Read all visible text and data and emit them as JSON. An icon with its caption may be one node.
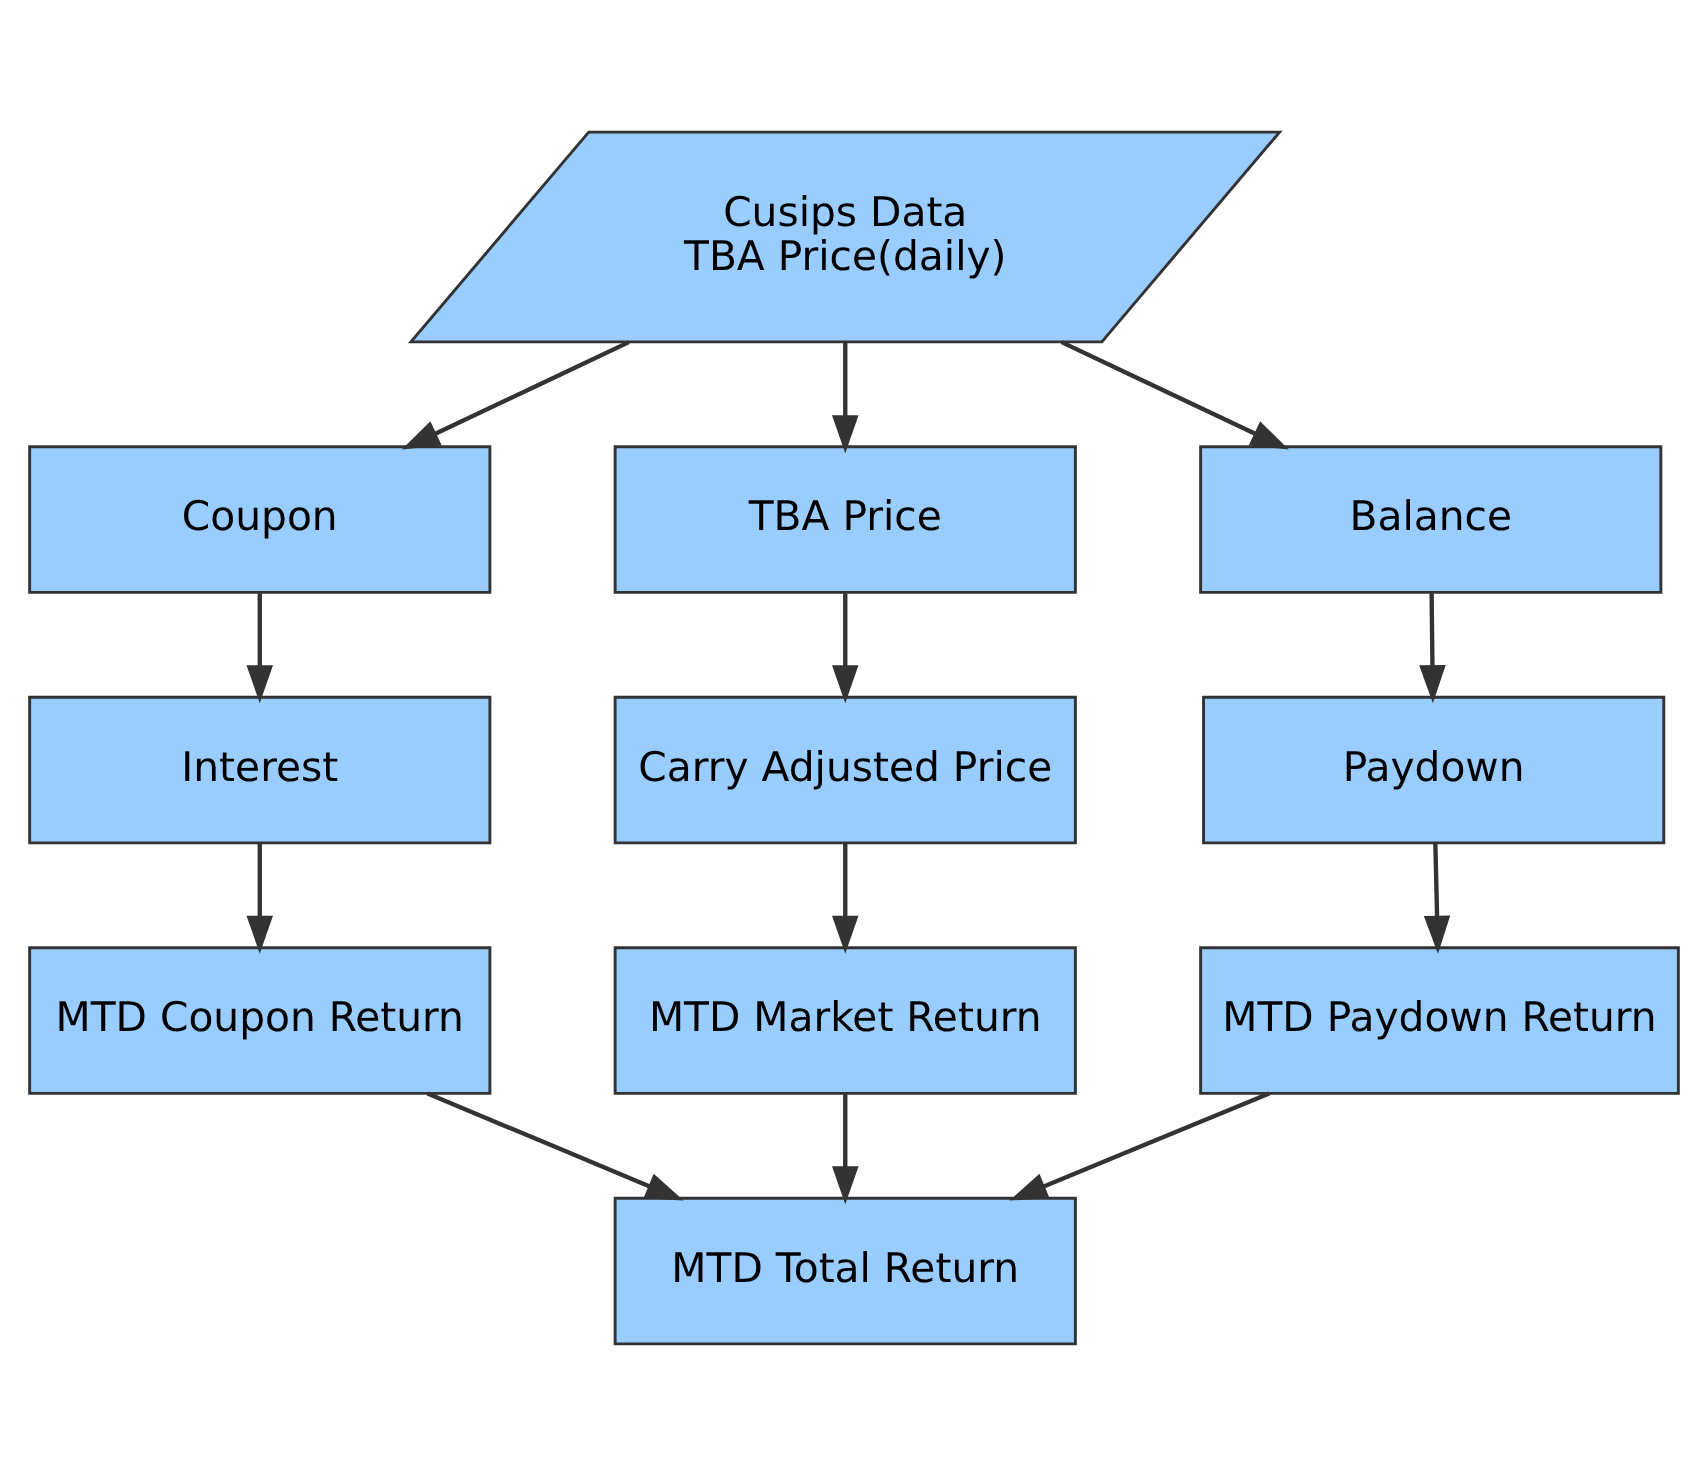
{
  "diagram": {
    "nodes": [
      {
        "text": [
          "Cusips Data",
          "TBA Price(daily)"
        ]
      },
      {
        "text": [
          "Coupon"
        ]
      },
      {
        "text": [
          "TBA Price"
        ]
      },
      {
        "text": [
          "Balance"
        ]
      },
      {
        "text": [
          "Interest"
        ]
      },
      {
        "text": [
          "Carry Adjusted Price"
        ]
      },
      {
        "text": [
          "Paydown"
        ]
      },
      {
        "text": [
          "MTD Coupon Return"
        ]
      },
      {
        "text": [
          "MTD Market Return"
        ]
      },
      {
        "text": [
          "MTD Paydown Return"
        ]
      },
      {
        "text": [
          "MTD Total Return"
        ]
      }
    ],
    "edges": [
      {
        "from": 0,
        "to": 1,
        "arrow": "to"
      },
      {
        "from": 0,
        "to": 2,
        "arrow": "to"
      },
      {
        "from": 0,
        "to": 3,
        "arrow": "to"
      },
      {
        "from": 1,
        "to": 4,
        "arrow": "to"
      },
      {
        "from": 2,
        "to": 5,
        "arrow": "to"
      },
      {
        "from": 3,
        "to": 6,
        "arrow": "to"
      },
      {
        "from": 4,
        "to": 7,
        "arrow": "to"
      },
      {
        "from": 5,
        "to": 8,
        "arrow": "to"
      },
      {
        "from": 6,
        "to": 9,
        "arrow": "to"
      },
      {
        "from": 7,
        "to": 10,
        "arrow": "to"
      },
      {
        "from": 8,
        "to": 10,
        "arrow": "to"
      },
      {
        "from": 9,
        "to": 10,
        "arrow": "to"
      }
    ]
  }
}
